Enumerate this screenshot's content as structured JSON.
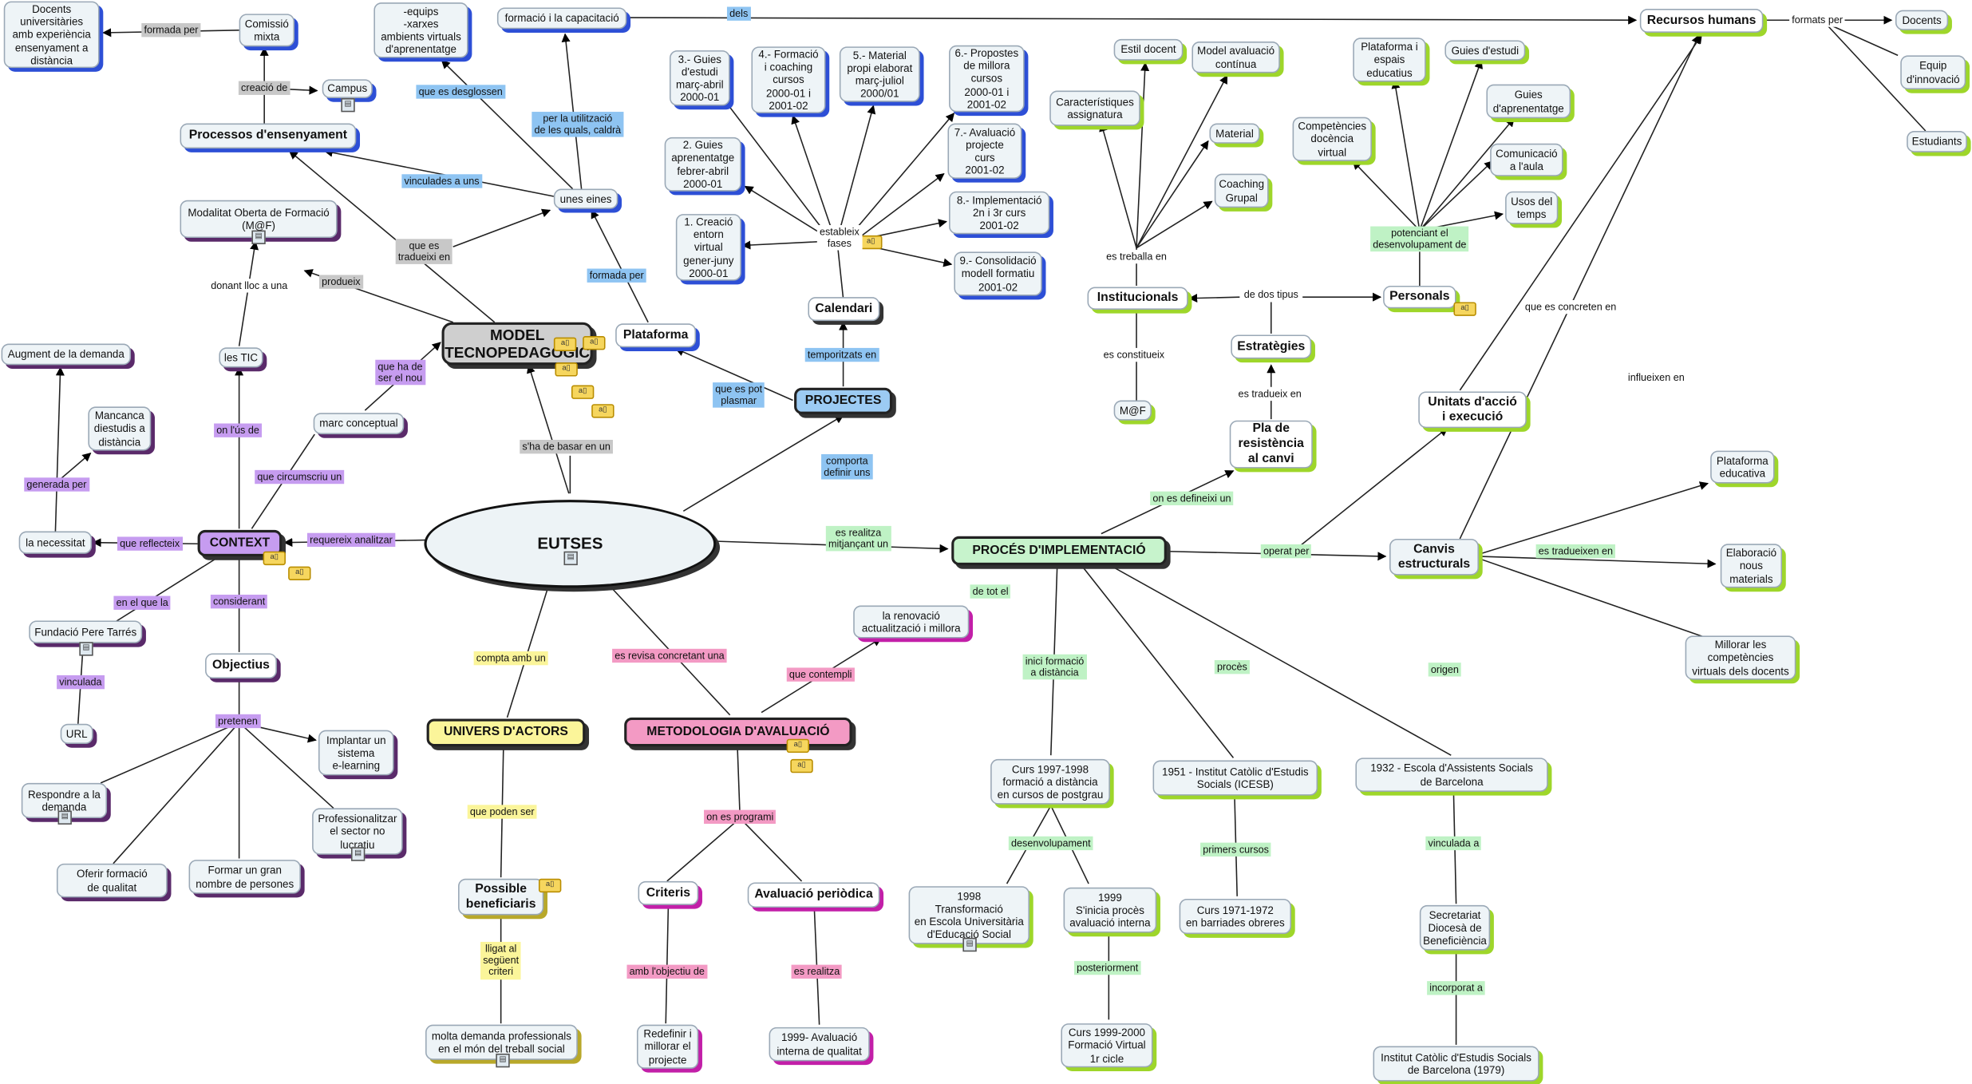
{
  "nodes": {
    "eutses": "EUTSES",
    "model": "MODEL\nTECNOPEDAGÒGIC",
    "plataforma": "Plataforma",
    "projectes": "PROJECTES",
    "calendari": "Calendari",
    "context": "CONTEXT",
    "proces_impl": "PROCÉS D'IMPLEMENTACIÓ",
    "univers": "UNIVERS D'ACTORS",
    "metodologia": "METODOLOGIA D'AVALUACIÓ",
    "recursos": "Recursos humans",
    "docents_rh": "Docents",
    "equip": "Equip\nd'innovació",
    "estudiants": "Estudiants",
    "formacio_cap": "formació i la capacitació",
    "equips": "-equips\n-xarxes\nambients virtuals\nd'aprenentatge",
    "unes_eines": "unes eines",
    "processos": "Processos d'ensenyament",
    "comissio": "Comissió\nmixta",
    "campus": "Campus",
    "docents_univ": "Docents\nuniversitàries\namb experiència\nensenyament a\ndistància",
    "moda": "Modalitat Oberta de Formació\n(M@F)",
    "tic": "les TIC",
    "marc": "marc conceptual",
    "augment": "Augment de la demanda",
    "mancanca": "Mancanca\ndiestudis a\ndistància",
    "necessitat": "la necessitat",
    "fundacio": "Fundació Pere Tarrés",
    "url": "URL",
    "objectius": "Objectius",
    "implantar": "Implantar un\nsistema\ne-learning",
    "respondre": "Respondre a la\ndemanda",
    "professionalitzar": "Professionalitzar\nel sector no\nlucratiu",
    "oferir": "Oferir formació\nde qualitat",
    "formar": "Formar un gran\nnombre de persones",
    "possible": "Possible\nbeneficiaris",
    "molta": "molta demanda professionals\nen el món del treball social",
    "criteris": "Criteris",
    "redefinir": "Redefinir i\nmillorar el\nprojecte",
    "aval_periodica": "Avaluació periòdica",
    "aval_1999": "1999- Avaluació\ninterna de qualitat",
    "renovacio": "la renovació\nactualització i millora",
    "f1": "1. Creació\nentorn\nvirtual\ngener-juny\n2000-01",
    "f2": "2. Guies\naprenentatge\nfebrer-abril\n2000-01",
    "f3": "3.- Guies\nd'estudi\nmarç-abril\n2000-01",
    "f4": "4.- Formació\ni coaching\ncursos\n2000-01 i\n2001-02",
    "f5": "5.- Material\npropi elaborat\nmarç-juliol\n2000/01",
    "f6": "6.- Propostes\nde millora\ncursos\n2000-01 i\n2001-02",
    "f7": "7.- Avaluació\nprojecte\ncurs\n2001-02",
    "f8": "8.- Implementació\n2n i 3r curs\n2001-02",
    "f9": "9.- Consolidació\nmodell formatiu\n2001-02",
    "estil": "Estil docent",
    "caract": "Característiques\nassignatura",
    "model_aval": "Model avaluació\ncontínua",
    "material": "Material",
    "coaching": "Coaching\nGrupal",
    "institucionals": "Institucionals",
    "maf": "M@F",
    "estrategies": "Estratègies",
    "pla": "Pla de\nresistència\nal canvi",
    "personals": "Personals",
    "comp_docencia": "Competències\ndocència\nvirtual",
    "plataforma_espais": "Plataforma i\nespais\neducatius",
    "guies_estudi": "Guies d'estudi",
    "guies_aprenent": "Guies\nd'aprenentatge",
    "comunicacio": "Comunicació\na l'aula",
    "usos": "Usos del\ntemps",
    "unitats": "Unitats d'acció\ni execució",
    "canvis": "Canvis\nestructurals",
    "plataforma_ed": "Plataforma\neducativa",
    "elaboracio": "Elaboració\nnous\nmaterials",
    "millorar_comp": "Millorar les\ncompetències\nvirtuals dels docents",
    "curs97": "Curs 1997-1998\nformació a distància\nen cursos de postgrau",
    "t1998": "1998\nTransformació\nen Escola Universitària\nd'Educació Social",
    "t1999": "1999\nS'inicia procès\navaluació interna",
    "curs99": "Curs 1999-2000\nFormació Virtual\n1r cicle",
    "icesb": "1951 - Institut Catòlic d'Estudis\nSocials (ICESB)",
    "curs71": "Curs 1971-1972\nen barriades obreres",
    "escola32": "1932 - Escola d'Assistents Socials\nde Barcelona",
    "secretariat": "Secretariat\nDiocesà de\nBeneficiència",
    "institut79": "Institut Catòlic d'Estudis Socials\nde Barcelona (1979)"
  },
  "links": {
    "dels": "dels",
    "formats_per": "formats per",
    "per_la": "per la utilització\nde les quals, caldrà",
    "que_es_desg": "que es desglossen",
    "vinculades": "vinculades a uns",
    "que_es_trad": "que es\ntradueixi en",
    "formada_per_plat": "formada per",
    "formada_per": "formada per",
    "creacio_de": "creació de",
    "produeix": "produeix",
    "donant": "donant lloc a una",
    "que_ha_de": "que ha de\nser el nou",
    "shade": "s'ha de basar en un",
    "que_circ": "que circumscriu un",
    "on_us": "on l'ús de",
    "generada": "generada per",
    "que_reflecteix": "que reflecteix",
    "requereix": "requereix analitzar",
    "en_el_que": "en el que la",
    "vinculada": "vinculada",
    "considerant": "considerant",
    "pretenen": "pretenen",
    "que_es_pot": "que es pot\nplasmar",
    "temporitzats": "temporitzats en",
    "comporta": "comporta\ndefinir uns",
    "estableix": "estableix\nfases",
    "es_realitza_mitj": "es realitza\nmitjançant un",
    "compta": "compta amb un",
    "es_revisa": "es revisa concretant una",
    "que_contempli": "que contempli",
    "de_tot": "de tot el",
    "poden_ser": "que poden ser",
    "lligat": "lligat al\nsegüent\ncriteri",
    "on_es_programi": "on es programi",
    "amb_obj": "amb l'objectiu de",
    "es_realitza": "es realitza",
    "es_treballa": "es treballa en",
    "es_constitueix": "es constitueix",
    "de_dos_tipus": "de dos tipus",
    "es_tradueix_en": "es tradueix en",
    "on_es_defineixi": "on es defineixi un",
    "potenciant": "potenciant el\ndesenvolupament de",
    "que_es_concreten": "que es concreten en",
    "influeixen": "influeixen en",
    "operat_per": "operat per",
    "es_tradueixen": "es tradueixen en",
    "inici_formacio": "inici formació\na distància",
    "proces": "procès",
    "origen": "origen",
    "desenvolupament": "desenvolupament",
    "posteriorment": "posteriorment",
    "primers_cursos": "primers cursos",
    "vinculada_a": "vinculada a",
    "incorporat_a": "incorporat a"
  },
  "icons": {
    "attachment": "attachment-icon",
    "note": "note-icon"
  },
  "colors": {
    "blue_accent": "#2d4fd6",
    "green_accent": "#9ed62a",
    "purple_accent": "#5a2a6a",
    "pink_accent": "#c21fa8",
    "yellow_accent": "#b8a82a",
    "label_grey": "#c8c8c8",
    "label_lilac": "#c69cf0",
    "label_blue": "#8ec4f2",
    "label_green": "#bff2c5",
    "label_pink": "#f39ac4",
    "label_yellow": "#fbf59a"
  }
}
